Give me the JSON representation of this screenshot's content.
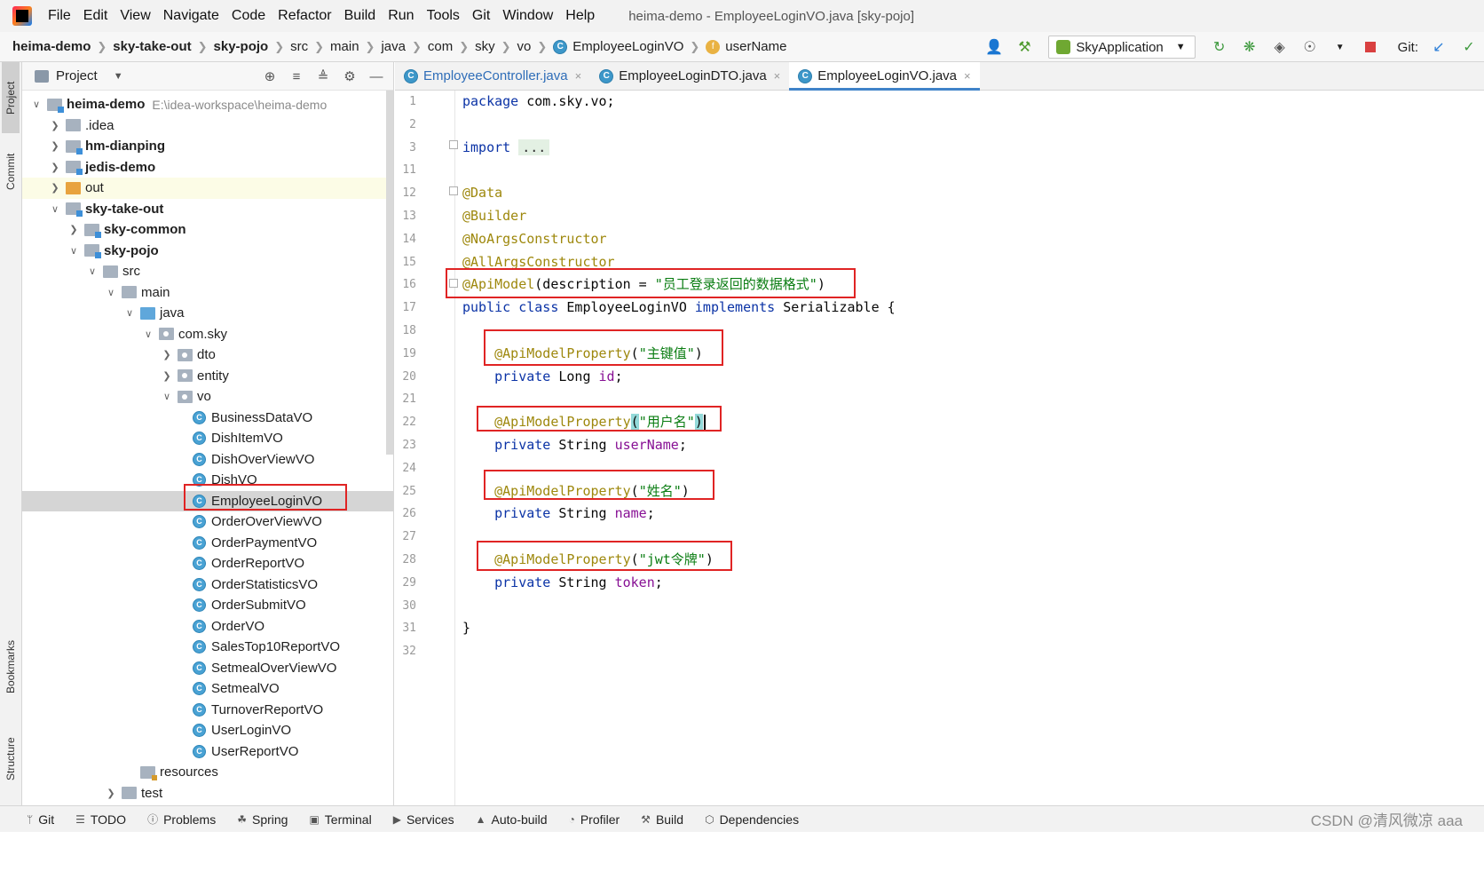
{
  "window": {
    "title": "heima-demo - EmployeeLoginVO.java [sky-pojo]",
    "menu": [
      "File",
      "Edit",
      "View",
      "Navigate",
      "Code",
      "Refactor",
      "Build",
      "Run",
      "Tools",
      "Git",
      "Window",
      "Help"
    ]
  },
  "breadcrumbs": [
    {
      "label": "heima-demo",
      "bold": true
    },
    {
      "label": "sky-take-out",
      "bold": true
    },
    {
      "label": "sky-pojo",
      "bold": true
    },
    {
      "label": "src",
      "bold": false
    },
    {
      "label": "main",
      "bold": false
    },
    {
      "label": "java",
      "bold": false
    },
    {
      "label": "com",
      "bold": false
    },
    {
      "label": "sky",
      "bold": false
    },
    {
      "label": "vo",
      "bold": false
    },
    {
      "label": "EmployeeLoginVO",
      "bold": false,
      "icon": "C"
    },
    {
      "label": "userName",
      "bold": false,
      "icon": "f"
    }
  ],
  "toolbar": {
    "run_config": "SkyApplication",
    "git_label": "Git:"
  },
  "left_stripe": {
    "project": "Project",
    "commit": "Commit",
    "bookmarks": "Bookmarks",
    "structure": "Structure"
  },
  "project_panel": {
    "title": "Project",
    "tree": [
      {
        "label": "heima-demo",
        "path": "E:\\idea-workspace\\heima-demo",
        "depth": 0,
        "arrow": "v",
        "icon": "module",
        "bold": true
      },
      {
        "label": ".idea",
        "depth": 1,
        "arrow": ">",
        "icon": "folder"
      },
      {
        "label": "hm-dianping",
        "depth": 1,
        "arrow": ">",
        "icon": "module",
        "bold": true
      },
      {
        "label": "jedis-demo",
        "depth": 1,
        "arrow": ">",
        "icon": "module",
        "bold": true
      },
      {
        "label": "out",
        "depth": 1,
        "arrow": ">",
        "icon": "orange",
        "highlight": true
      },
      {
        "label": "sky-take-out",
        "depth": 1,
        "arrow": "v",
        "icon": "module",
        "bold": true
      },
      {
        "label": "sky-common",
        "depth": 2,
        "arrow": ">",
        "icon": "module",
        "bold": true
      },
      {
        "label": "sky-pojo",
        "depth": 2,
        "arrow": "v",
        "icon": "module",
        "bold": true
      },
      {
        "label": "src",
        "depth": 3,
        "arrow": "v",
        "icon": "folder"
      },
      {
        "label": "main",
        "depth": 4,
        "arrow": "v",
        "icon": "folder"
      },
      {
        "label": "java",
        "depth": 5,
        "arrow": "v",
        "icon": "src-blue"
      },
      {
        "label": "com.sky",
        "depth": 6,
        "arrow": "v",
        "icon": "pkg"
      },
      {
        "label": "dto",
        "depth": 7,
        "arrow": ">",
        "icon": "pkg"
      },
      {
        "label": "entity",
        "depth": 7,
        "arrow": ">",
        "icon": "pkg"
      },
      {
        "label": "vo",
        "depth": 7,
        "arrow": "v",
        "icon": "pkg"
      },
      {
        "label": "BusinessDataVO",
        "depth": 8,
        "icon": "class"
      },
      {
        "label": "DishItemVO",
        "depth": 8,
        "icon": "class"
      },
      {
        "label": "DishOverViewVO",
        "depth": 8,
        "icon": "class"
      },
      {
        "label": "DishVO",
        "depth": 8,
        "icon": "class"
      },
      {
        "label": "EmployeeLoginVO",
        "depth": 8,
        "icon": "class",
        "selected": true
      },
      {
        "label": "OrderOverViewVO",
        "depth": 8,
        "icon": "class"
      },
      {
        "label": "OrderPaymentVO",
        "depth": 8,
        "icon": "class"
      },
      {
        "label": "OrderReportVO",
        "depth": 8,
        "icon": "class"
      },
      {
        "label": "OrderStatisticsVO",
        "depth": 8,
        "icon": "class"
      },
      {
        "label": "OrderSubmitVO",
        "depth": 8,
        "icon": "class"
      },
      {
        "label": "OrderVO",
        "depth": 8,
        "icon": "class"
      },
      {
        "label": "SalesTop10ReportVO",
        "depth": 8,
        "icon": "class"
      },
      {
        "label": "SetmealOverViewVO",
        "depth": 8,
        "icon": "class"
      },
      {
        "label": "SetmealVO",
        "depth": 8,
        "icon": "class"
      },
      {
        "label": "TurnoverReportVO",
        "depth": 8,
        "icon": "class"
      },
      {
        "label": "UserLoginVO",
        "depth": 8,
        "icon": "class"
      },
      {
        "label": "UserReportVO",
        "depth": 8,
        "icon": "class"
      },
      {
        "label": "resources",
        "depth": 5,
        "icon": "res"
      },
      {
        "label": "test",
        "depth": 4,
        "arrow": ">",
        "icon": "folder"
      }
    ]
  },
  "editor_tabs": [
    {
      "label": "EmployeeController.java",
      "color": "blue",
      "active": false
    },
    {
      "label": "EmployeeLoginDTO.java",
      "color": "plain",
      "active": false
    },
    {
      "label": "EmployeeLoginVO.java",
      "color": "plain",
      "active": true
    }
  ],
  "code": {
    "lines": [
      {
        "num": "1",
        "tokens": [
          [
            "kw",
            "package"
          ],
          [
            "plain",
            " com.sky.vo;"
          ]
        ]
      },
      {
        "num": "2",
        "tokens": []
      },
      {
        "num": "3",
        "tokens": [
          [
            "kw",
            "import"
          ],
          [
            "plain",
            " "
          ],
          [
            "fold",
            "..."
          ]
        ]
      },
      {
        "num": "11",
        "tokens": []
      },
      {
        "num": "12",
        "tokens": [
          [
            "ann",
            "@Data"
          ]
        ]
      },
      {
        "num": "13",
        "tokens": [
          [
            "ann",
            "@Builder"
          ]
        ]
      },
      {
        "num": "14",
        "tokens": [
          [
            "ann",
            "@NoArgsConstructor"
          ]
        ]
      },
      {
        "num": "15",
        "tokens": [
          [
            "ann",
            "@AllArgsConstructor"
          ]
        ]
      },
      {
        "num": "16",
        "tokens": [
          [
            "ann",
            "@ApiModel"
          ],
          [
            "plain",
            "(description = "
          ],
          [
            "str",
            "\"员工登录返回的数据格式\""
          ],
          [
            "plain",
            ")"
          ]
        ]
      },
      {
        "num": "17",
        "tokens": [
          [
            "kw",
            "public class "
          ],
          [
            "plain",
            "EmployeeLoginVO "
          ],
          [
            "kw",
            "implements "
          ],
          [
            "plain",
            "Serializable {"
          ]
        ]
      },
      {
        "num": "18",
        "tokens": []
      },
      {
        "num": "19",
        "tokens": [
          [
            "plain",
            "    "
          ],
          [
            "ann",
            "@ApiModelProperty"
          ],
          [
            "plain",
            "("
          ],
          [
            "str",
            "\"主键值\""
          ],
          [
            "plain",
            ")"
          ]
        ]
      },
      {
        "num": "20",
        "tokens": [
          [
            "plain",
            "    "
          ],
          [
            "kw",
            "private "
          ],
          [
            "plain",
            "Long "
          ],
          [
            "fld",
            "id"
          ],
          [
            "plain",
            ";"
          ]
        ]
      },
      {
        "num": "21",
        "tokens": []
      },
      {
        "num": "22",
        "tokens": [
          [
            "plain",
            "    "
          ],
          [
            "ann",
            "@ApiModelProperty"
          ],
          [
            "bh",
            "("
          ],
          [
            "str",
            "\"用户名\""
          ],
          [
            "bh",
            ")"
          ],
          [
            "caret",
            ""
          ]
        ]
      },
      {
        "num": "23",
        "tokens": [
          [
            "plain",
            "    "
          ],
          [
            "kw",
            "private "
          ],
          [
            "plain",
            "String "
          ],
          [
            "fld",
            "userName"
          ],
          [
            "plain",
            ";"
          ]
        ]
      },
      {
        "num": "24",
        "tokens": []
      },
      {
        "num": "25",
        "tokens": [
          [
            "plain",
            "    "
          ],
          [
            "ann",
            "@ApiModelProperty"
          ],
          [
            "plain",
            "("
          ],
          [
            "str",
            "\"姓名\""
          ],
          [
            "plain",
            ")"
          ]
        ]
      },
      {
        "num": "26",
        "tokens": [
          [
            "plain",
            "    "
          ],
          [
            "kw",
            "private "
          ],
          [
            "plain",
            "String "
          ],
          [
            "fld",
            "name"
          ],
          [
            "plain",
            ";"
          ]
        ]
      },
      {
        "num": "27",
        "tokens": []
      },
      {
        "num": "28",
        "tokens": [
          [
            "plain",
            "    "
          ],
          [
            "ann",
            "@ApiModelProperty"
          ],
          [
            "plain",
            "("
          ],
          [
            "str",
            "\"jwt令牌\""
          ],
          [
            "plain",
            ")"
          ]
        ]
      },
      {
        "num": "29",
        "tokens": [
          [
            "plain",
            "    "
          ],
          [
            "kw",
            "private "
          ],
          [
            "plain",
            "String "
          ],
          [
            "fld",
            "token"
          ],
          [
            "plain",
            ";"
          ]
        ]
      },
      {
        "num": "30",
        "tokens": []
      },
      {
        "num": "31",
        "tokens": [
          [
            "plain",
            "}"
          ]
        ]
      },
      {
        "num": "32",
        "tokens": []
      }
    ]
  },
  "bottom_tools": [
    {
      "label": "Git",
      "icon": "git-branch-icon"
    },
    {
      "label": "TODO",
      "icon": "todo-list-icon"
    },
    {
      "label": "Problems",
      "icon": "problems-icon"
    },
    {
      "label": "Spring",
      "icon": "spring-leaf-icon"
    },
    {
      "label": "Terminal",
      "icon": "terminal-icon"
    },
    {
      "label": "Services",
      "icon": "services-icon"
    },
    {
      "label": "Auto-build",
      "icon": "auto-build-icon"
    },
    {
      "label": "Profiler",
      "icon": "profiler-icon"
    },
    {
      "label": "Build",
      "icon": "hammer-icon"
    },
    {
      "label": "Dependencies",
      "icon": "dependencies-icon"
    }
  ],
  "watermark": "CSDN @清风微凉 aaa",
  "colors": {
    "keyword": "#0b33a6",
    "annotation": "#9e880d",
    "string": "#0a7d12",
    "field": "#871094",
    "highlight_box": "#e02424",
    "tab_underline": "#4083c9"
  }
}
